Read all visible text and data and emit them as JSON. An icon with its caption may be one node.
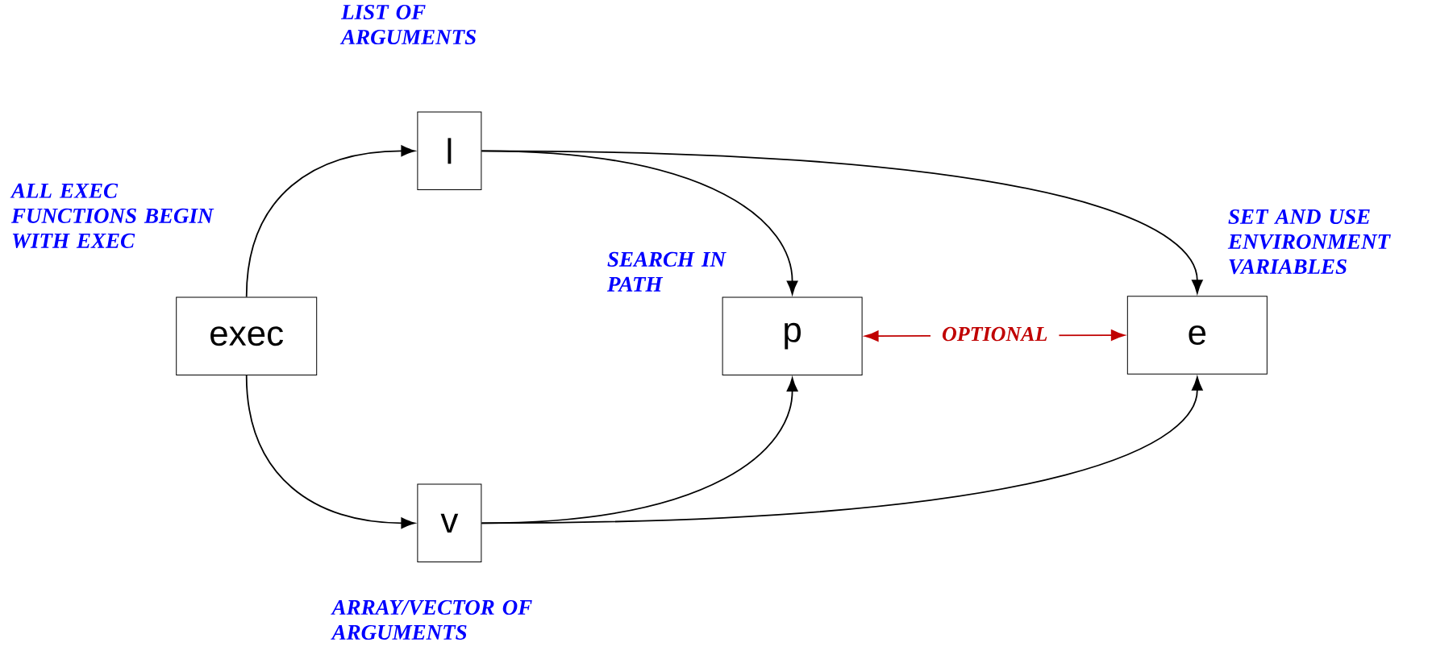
{
  "diagram": {
    "nodes": [
      {
        "text": [
          "exec"
        ]
      },
      {
        "text": [
          "l"
        ]
      },
      {
        "text": [
          "v"
        ]
      },
      {
        "text": [
          "p"
        ]
      },
      {
        "text": [
          "e"
        ]
      }
    ],
    "edges": [
      {
        "from": 0,
        "to": 1,
        "arrow": "to"
      },
      {
        "from": 0,
        "to": 2,
        "arrow": "to"
      },
      {
        "from": 1,
        "to": 3,
        "arrow": "to"
      },
      {
        "from": 1,
        "to": 4,
        "arrow": "to"
      },
      {
        "from": 2,
        "to": 3,
        "arrow": "to"
      },
      {
        "from": 2,
        "to": 4,
        "arrow": "to"
      },
      {
        "from": 3,
        "to": 4,
        "arrow": "both",
        "label": "OPTIONAL",
        "color": "#c00000"
      }
    ],
    "labels": [
      "LIST OF ARGUMENTS",
      "ALL EXEC FUNCTIONS BEGIN WITH EXEC",
      "SET AND USE ENVIRONMENT VARIABLES",
      "SEARCH IN PATH",
      "ARRAY/VECTOR OF ARGUMENTS"
    ]
  }
}
